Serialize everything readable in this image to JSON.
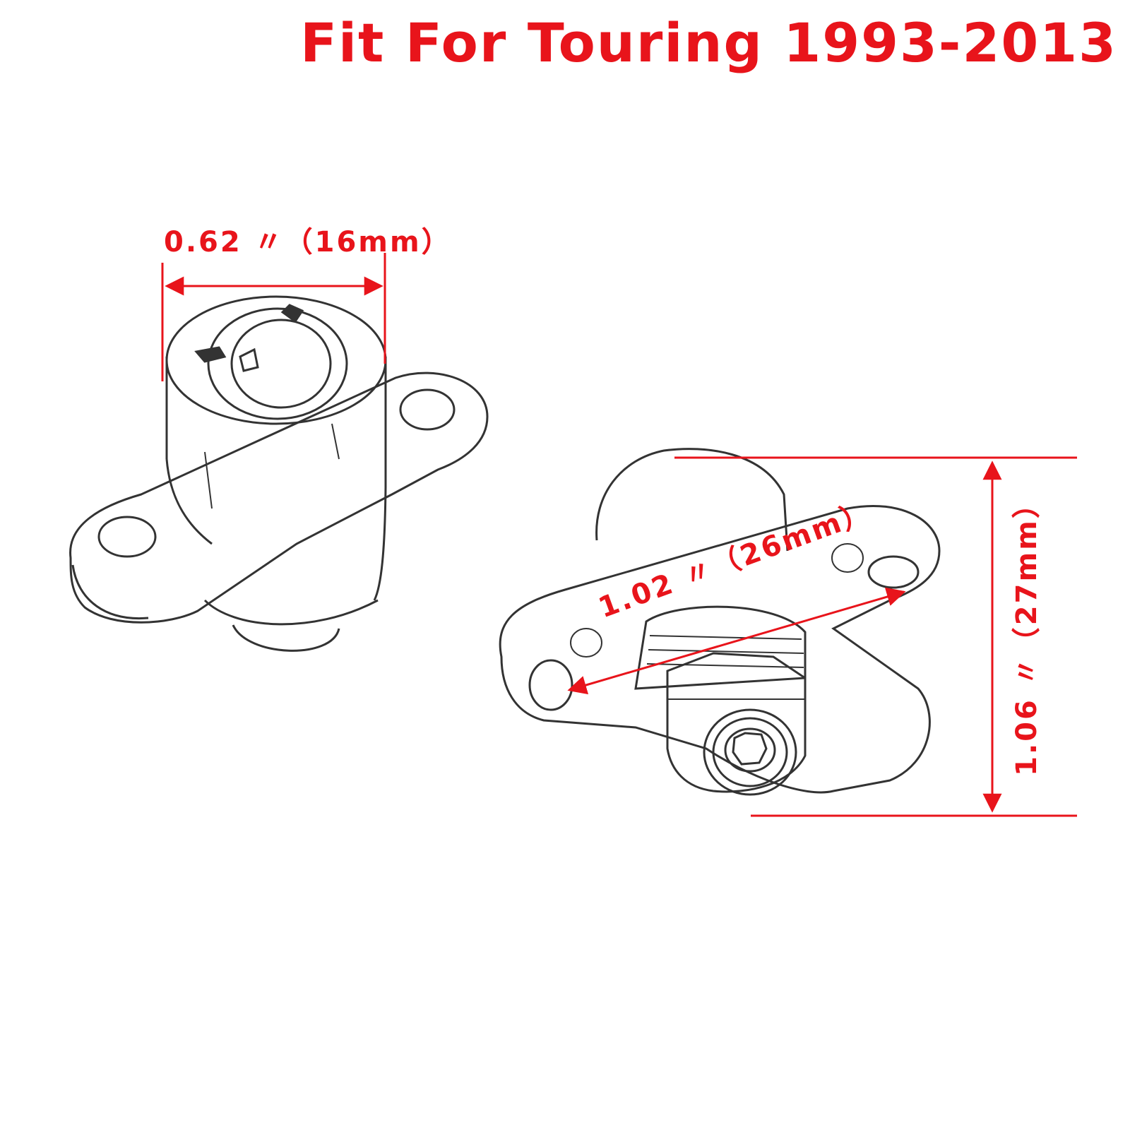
{
  "title": "Fit For Touring 1993-2013",
  "accent_color": "#e8141b",
  "line_color": "#333333",
  "dimensions": {
    "width": "0.62 〃（16mm）",
    "diagonal": "1.02 〃（26mm）",
    "height": "1.06 〃（27mm）"
  },
  "icons": {
    "left_part": "mount-bracket-icon",
    "right_part": "mount-bracket-with-nut-icon"
  }
}
